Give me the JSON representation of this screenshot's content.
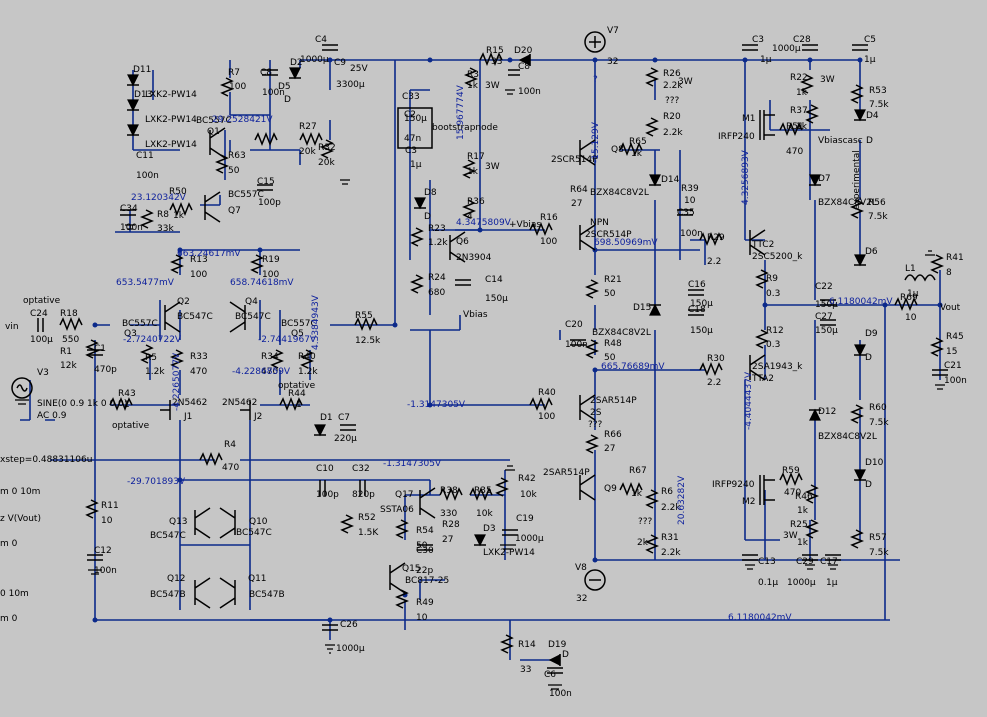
{
  "schematic": {
    "title": "LTspice amplifier schematic",
    "colors": {
      "background": "#c6c6c6",
      "wire": "#0c2a8a",
      "net_label": "#0c1f9c",
      "component": "#000000"
    },
    "components": [
      "C4",
      "1000µ",
      "C9",
      "25V",
      "3300µ",
      "R15",
      "33",
      "D20",
      "C8",
      "100n",
      "R3",
      "1k",
      "3W",
      "C33",
      "150µ",
      "C2",
      "47n",
      "C3",
      "1µ",
      "bootstrapnode",
      "R7",
      "100",
      "C8",
      "100n",
      "D5",
      "D",
      "D2",
      "R27",
      "20k",
      "R32",
      "20k",
      "R17",
      "1k",
      "3W",
      "R36",
      "4",
      "R65",
      "1k",
      "R26",
      "2.2k",
      "3W",
      "???",
      "R20",
      "2.2k",
      "C3",
      "1µ",
      "C28",
      "1000µ",
      "C5",
      "1µ",
      "R22",
      "3W",
      "1k",
      "R37",
      "1k",
      "R53",
      "7.5k",
      "D4",
      "M1",
      "IRFP240",
      "R51",
      "470",
      "Vbiascasc",
      "D",
      "2SCR514P",
      "D14",
      "R39",
      "10",
      "C35",
      "100n",
      "R64",
      "27",
      "BZX84C8V2L",
      "Q8",
      "NPN",
      "2SCR514P",
      "R16",
      "100",
      "+Vbias",
      "R29",
      "2.2",
      "TTC2",
      "2SC5200_k",
      "R9",
      "0.3",
      "D7",
      "BZX84C8V2L",
      "R56",
      "7.5k",
      "D6",
      "experimental",
      "R41",
      "8",
      "L1",
      "1µ",
      "R69",
      "10",
      "Vout",
      "R45",
      "15",
      "C21",
      "100n",
      "C16",
      "150µ",
      "C18",
      "150µ",
      "D15",
      "R21",
      "50",
      "C20",
      "100n",
      "C22",
      "150µ",
      "C27",
      "150µ",
      "R12",
      "0.3",
      "R30",
      "2.2",
      "2SA1943_k",
      "TTA2",
      "R48",
      "50",
      "BZX84C8V2L",
      "R40",
      "100",
      "2SAR514P",
      "2S",
      "R66",
      "27",
      "???",
      "D9",
      "D",
      "R60",
      "7.5k",
      "D12",
      "BZX84C8V2L",
      "D10",
      "D",
      "M2",
      "IRFP9240",
      "R59",
      "470",
      "R46",
      "1k",
      "R25",
      "3W",
      "1k",
      "R57",
      "7.5k",
      "C13",
      "0.1µ",
      "C29",
      "1000µ",
      "C17",
      "1µ",
      "Q9",
      "2SAR514P",
      "R67",
      "1k",
      "R6",
      "2.2k",
      "R31",
      "2.2k",
      "2k",
      "???",
      "V8",
      "32",
      "D11",
      "LXK2-PW14",
      "D13",
      "LXK2-PW14",
      "LXK2-PW14",
      "C11",
      "100n",
      "Q1",
      "BC557C",
      "R63",
      "50",
      "BC557C",
      "Q7",
      "C15",
      "100p",
      "R50",
      "1k",
      "C34",
      "100n",
      "R8",
      "33k",
      "R13",
      "100",
      "Q2",
      "BC547C",
      "Q3",
      "BC557C",
      "R5",
      "1.2k",
      "R33",
      "470",
      "R19",
      "100",
      "Q4",
      "BC547C",
      "BC557C",
      "Q5",
      "R34",
      "470",
      "R40",
      "1.2k",
      "2N5462",
      "2N5462",
      "J1",
      "J2",
      "R43",
      "1",
      "optative",
      "R44",
      "1",
      "optative",
      "D1",
      "C7",
      "220µ",
      "R4",
      "470",
      "R55",
      "12.5k",
      "D8",
      "D",
      "R23",
      "1.2k",
      "Q6",
      "2N3904",
      "R24",
      "680",
      "C14",
      "150µ",
      "Vbias",
      "optative",
      "C24",
      "100µ",
      "R18",
      "550",
      "R1",
      "12k",
      "C1",
      "470p",
      "vin",
      "V3",
      "SINE(0 0.9 1k 0 0 0)",
      "AC 0.9",
      "C10",
      "100p",
      "C32",
      "820p",
      "R52",
      "1.5K",
      "Q17",
      "SSTA06",
      "R38",
      "330",
      "R35",
      "10k",
      "R42",
      "10k",
      "C19",
      "1000µ",
      "R28",
      "27",
      "D3",
      "LXK2-PW14",
      "R54",
      "50",
      "C30",
      "22p",
      "Q15",
      "BC817-25",
      "R49",
      "10",
      "R11",
      "10",
      "C12",
      "100n",
      "Q13",
      "BC547C",
      "Q10",
      "BC547C",
      "Q12",
      "BC547B",
      "Q11",
      "BC547B",
      "C26",
      "1000µ",
      "R14",
      "33",
      "D19",
      "D",
      "C6",
      "100n",
      "V7",
      "32"
    ],
    "net_labels": [
      "29.2528421V",
      "23.120342V",
      "663.24617mV",
      "653.5477mV",
      "658.74618mV",
      "-2.7240722V",
      "-2.7441967V",
      "-4.2286859V",
      "-4.2265077V",
      "-29.701893V",
      "-1.3147305V",
      "-1.3147305V",
      "15.967774V",
      "4.3475809V",
      "698.50969mV",
      "665.76689mV",
      "4.3256893V",
      "-4.4044437V",
      "6.1180042mV",
      "6.1180042mV",
      "20.63282V",
      "?",
      "-15.129V",
      "4.3384943V"
    ],
    "directives": [
      "xstep=0.48831106u",
      "m 0 10m",
      "z V(Vout)",
      "m 0",
      "0 10m",
      "m 0"
    ]
  }
}
